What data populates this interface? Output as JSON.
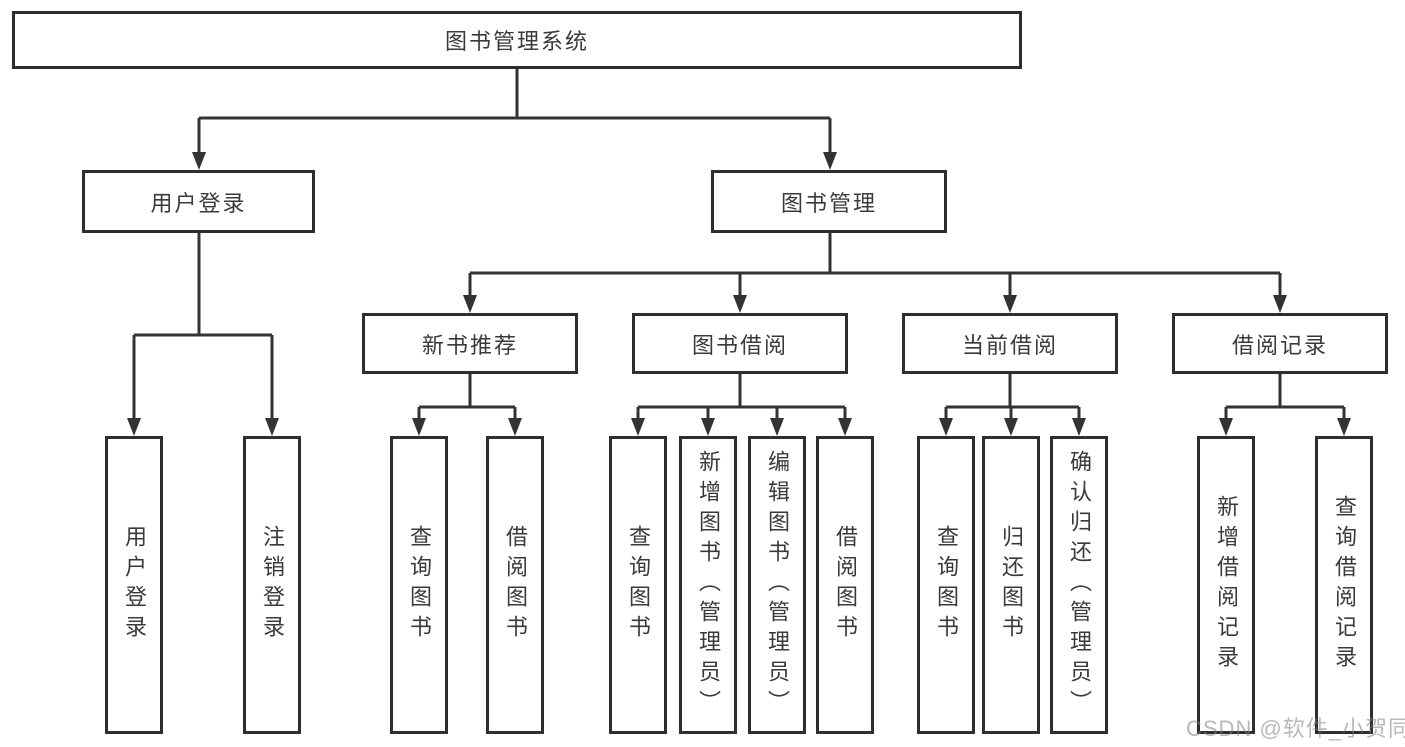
{
  "colors": {
    "line": "#333333",
    "box_border": "#2e2e2e",
    "box_fill": "#ffffff",
    "text": "#3a3a3a"
  },
  "watermark": {
    "text": "CSDN @软件_小贺同学"
  },
  "tree": {
    "root": "图书管理系统",
    "level2": {
      "user_login": "用户登录",
      "book_management": "图书管理"
    },
    "modules": [
      "新书推荐",
      "图书借阅",
      "当前借阅",
      "借阅记录"
    ],
    "leaves": {
      "user_login": [
        "用户登录",
        "注销登录"
      ],
      "new_book_recommend": [
        "查询图书",
        "借阅图书"
      ],
      "book_borrow": [
        "查询图书",
        "新增图书（管理员）",
        "编辑图书（管理员）",
        "借阅图书"
      ],
      "current_borrow": [
        "查询图书",
        "归还图书",
        "确认归还（管理员）"
      ],
      "borrow_record": [
        "新增借阅记录",
        "查询借阅记录"
      ]
    }
  }
}
